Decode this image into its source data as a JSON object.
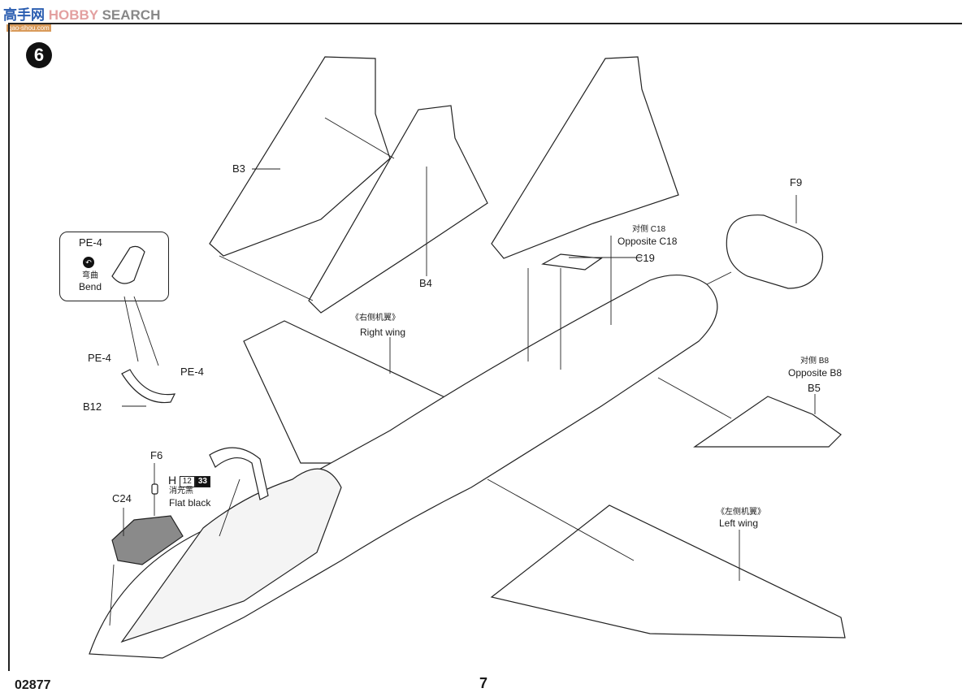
{
  "watermark": {
    "cn": "高手网",
    "brand": "HOBBY",
    "search": "SEARCH",
    "url": "gao-shou.com"
  },
  "step_number": "6",
  "labels": {
    "b3": "B3",
    "b4": "B4",
    "pe4_callout": "PE-4",
    "bend_cn": "弯曲",
    "bend_en": "Bend",
    "pe4_left": "PE-4",
    "pe4_right": "PE-4",
    "b12": "B12",
    "f6": "F6",
    "paint_letter": "H",
    "paint_code_1": "12",
    "paint_code_2": "33",
    "paint_cn": "消光黑",
    "paint_en": "Flat black",
    "c24": "C24",
    "right_wing_cn": "《右侧机翼》",
    "right_wing_en": "Right wing",
    "f9": "F9",
    "opp_c18_cn": "对侧 C18",
    "opp_c18_en": "Opposite C18",
    "c19": "C19",
    "opp_b8_cn": "对侧 B8",
    "opp_b8_en": "Opposite B8",
    "b5": "B5",
    "left_wing_cn": "《左侧机翼》",
    "left_wing_en": "Left wing"
  },
  "footer": {
    "kit_number": "02877",
    "page_number": "7"
  },
  "icons": {
    "bend": "bend-arrow-icon"
  },
  "colors": {
    "line": "#222222",
    "paint_chip_dark": "#111111",
    "part_fill": "#ffffff",
    "shaded_part": "#8a8a8a"
  }
}
